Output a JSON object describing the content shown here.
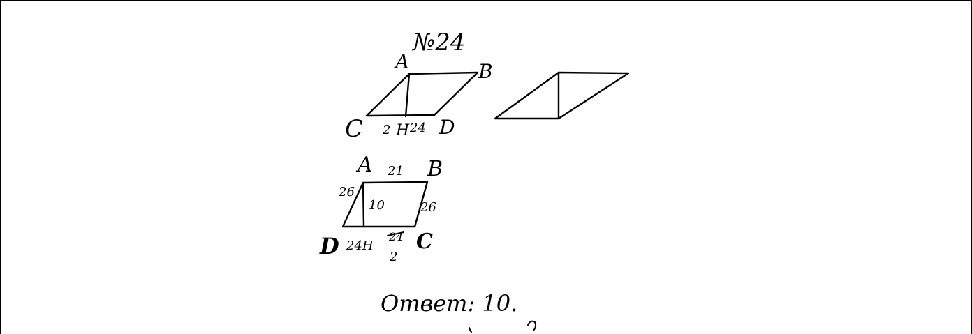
{
  "problem_number": "№24",
  "figure1": {
    "vertex_top_left": "A",
    "vertex_top_right": "B",
    "vertex_bottom_left": "C",
    "vertex_bottom_right": "D",
    "bottom_labels": [
      "2",
      "H",
      "24"
    ]
  },
  "figure3": {
    "vertex_top_left": "A",
    "vertex_top_right": "B",
    "vertex_bottom_left": "D",
    "vertex_bottom_right": "C",
    "top_side": "21",
    "left_side": "26",
    "right_side": "26",
    "height": "10",
    "bottom_left_segment": "24",
    "foot_label": "H",
    "bottom_right_struck": "24",
    "bottom_right_correction": "2"
  },
  "answer": "Ответ: 10."
}
